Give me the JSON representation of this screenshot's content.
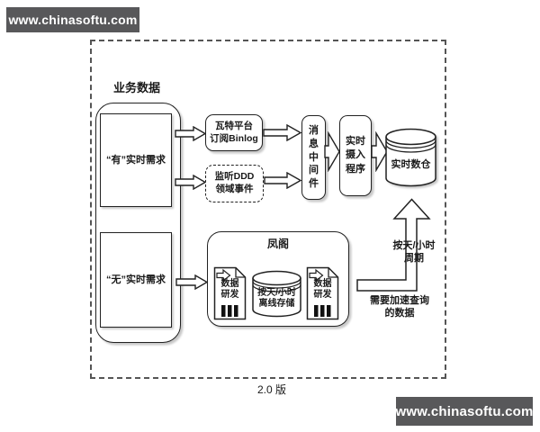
{
  "watermarks": {
    "top": "www.chinasoftu.com",
    "bottom": "www.chinasoftu.com"
  },
  "colors": {
    "ink": "#1a1a1a",
    "watermark_bg": "#58585a",
    "canvas_bg": "#ffffff"
  },
  "diagram": {
    "version": "2.0 版",
    "source_group": {
      "label": "业务数据",
      "has_realtime": "“有”实时需求",
      "no_realtime": "“无”实时需求"
    },
    "realtime_path": {
      "watt_binlog": "瓦特平台\n订阅Binlog",
      "ddd_listen": "监听DDD\n领域事件",
      "middleware": "消\n息\n中\n间\n件",
      "ingest": "实时\n摄入\n程序",
      "warehouse": "实时数仓"
    },
    "offline_path": {
      "container": "凤阁",
      "dev_left": "数据\n研发",
      "storage": "按天/小时\n离线存储",
      "dev_right": "数据\n研发",
      "cycle": "按天/小时\n周期",
      "accelerate": "需要加速查询\n的数据"
    }
  }
}
